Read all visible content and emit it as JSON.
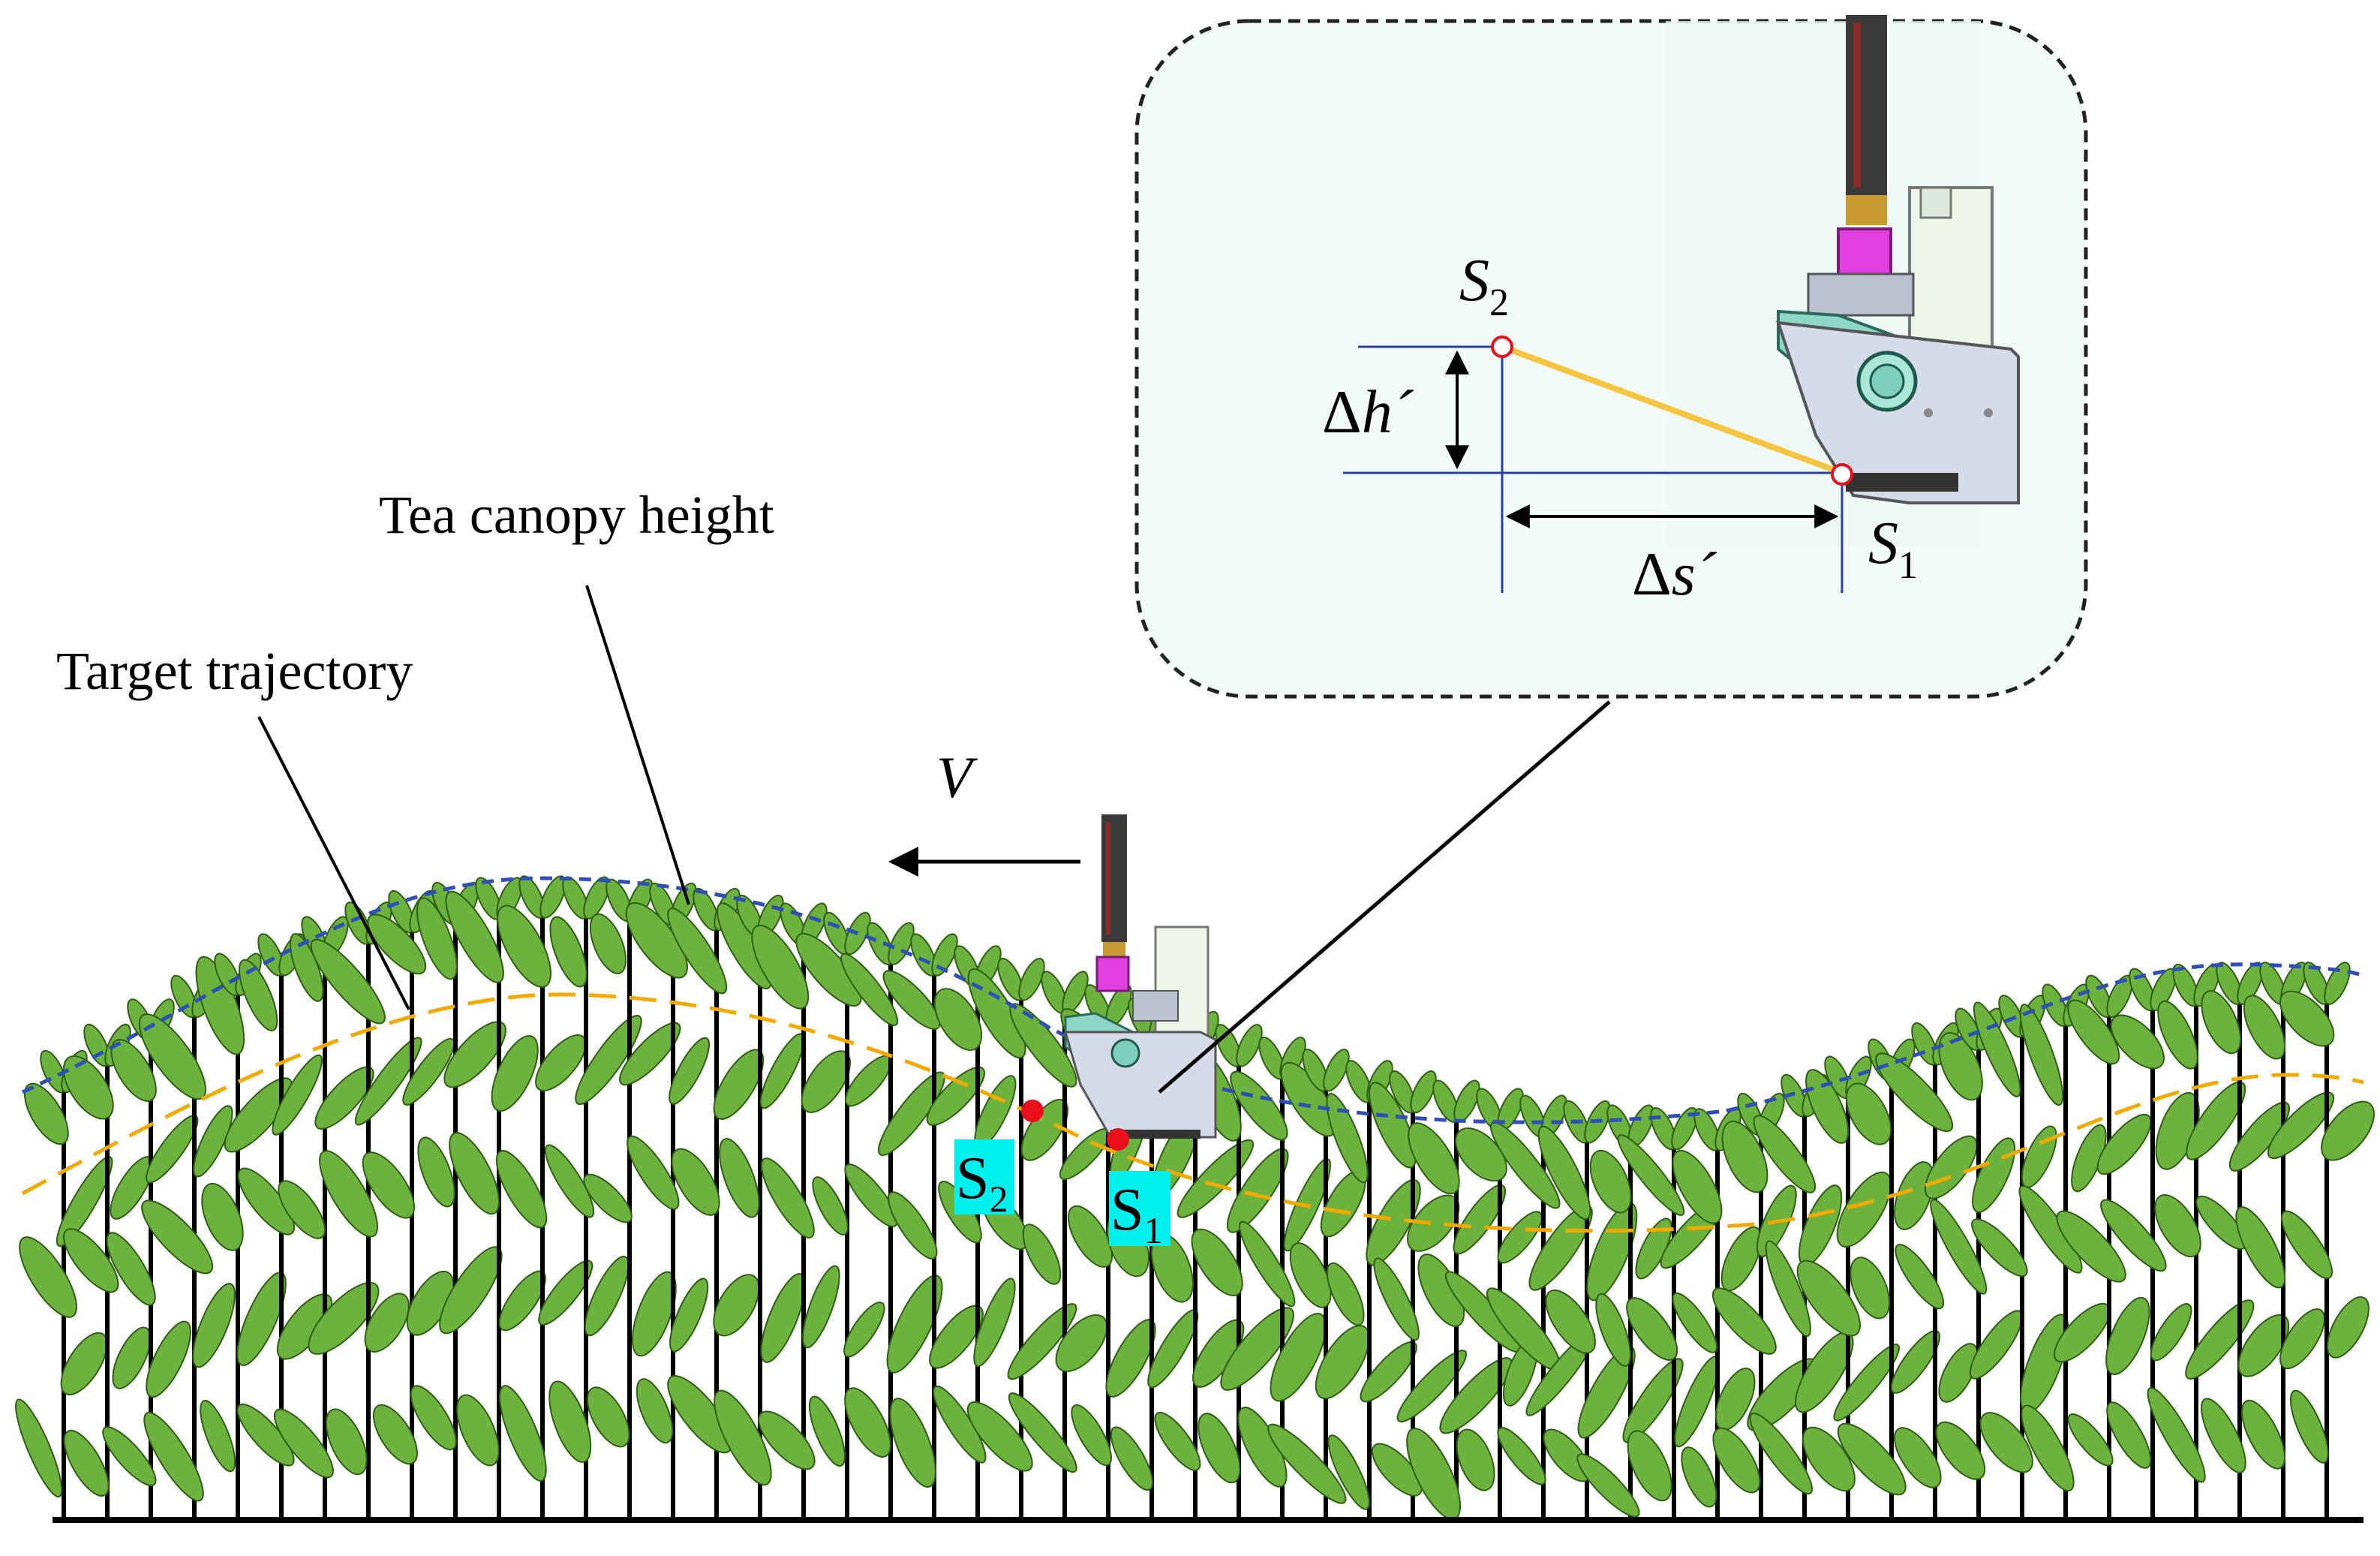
{
  "labels": {
    "tea_canopy_height": "Tea canopy height",
    "target_trajectory": "Target trajectory",
    "velocity": "V"
  },
  "points": {
    "s1_letter": "S",
    "s1_sub": "1",
    "s2_letter": "S",
    "s2_sub": "2"
  },
  "inset": {
    "delta_h_sym": "Δ",
    "delta_h_var": "h´",
    "delta_s_sym": "Δ",
    "delta_s_var": "s´"
  },
  "colors": {
    "leaf": "#6db23e",
    "leaf_stroke": "#2e5f12",
    "canopy_line": "#2e4fb5",
    "trajectory_line": "#f2a900",
    "point_marker": "#e8101a",
    "point_label_bg": "#00f0f0",
    "inset_bg": "#f3fbfa",
    "sensor_yellow_line": "#f5c542",
    "guide_blue": "#2a3fa8"
  },
  "icons": [
    "tea-plant-icon",
    "pruning-machine-icon",
    "arrow-left-icon",
    "dimension-arrow-icon"
  ]
}
